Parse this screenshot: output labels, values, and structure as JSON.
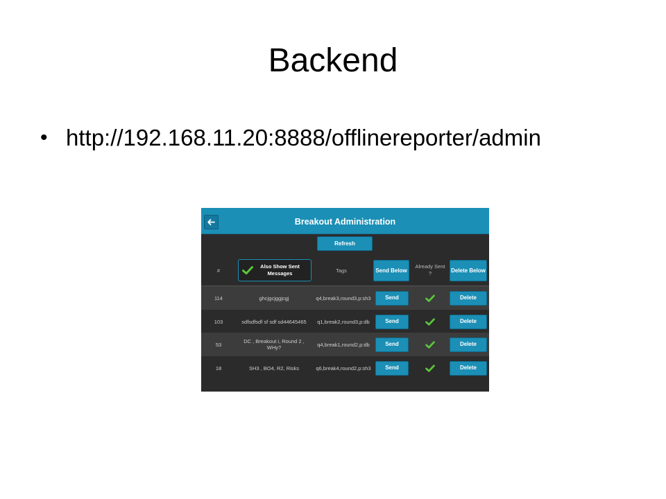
{
  "slide": {
    "title": "Backend",
    "bullet": "http://192.168.11.20:8888/offlinereporter/admin"
  },
  "app": {
    "title": "Breakout Administration",
    "refresh_label": "Refresh",
    "toggle_label": "Also Show Sent Messages",
    "toggle_checked": true,
    "columns": {
      "num": "#",
      "tags": "Tags",
      "send_below": "Send Below",
      "already_sent": "Already Sent ?",
      "delete_below": "Delete Below"
    },
    "send_label": "Send",
    "delete_label": "Delete",
    "accent_color": "#1b8fb6",
    "check_color": "#5cc83a",
    "rows": [
      {
        "num": "114",
        "message": "ghcjgcjggjcgj",
        "tags": "q4,break3,round3,p:sh3",
        "already_sent": true
      },
      {
        "num": "103",
        "message": "sdfsdfsdf sf sdf sd44645465",
        "tags": "q1,break2,round3,p:db",
        "already_sent": true
      },
      {
        "num": "53",
        "message": "DC , Breakout i, Round 2 , WHy?",
        "tags": "q4,break1,round2,p:db",
        "already_sent": true
      },
      {
        "num": "18",
        "message": "SH3 , BO4, R2, Risks",
        "tags": "q6,break4,round2,p:sh3",
        "already_sent": true
      }
    ]
  }
}
